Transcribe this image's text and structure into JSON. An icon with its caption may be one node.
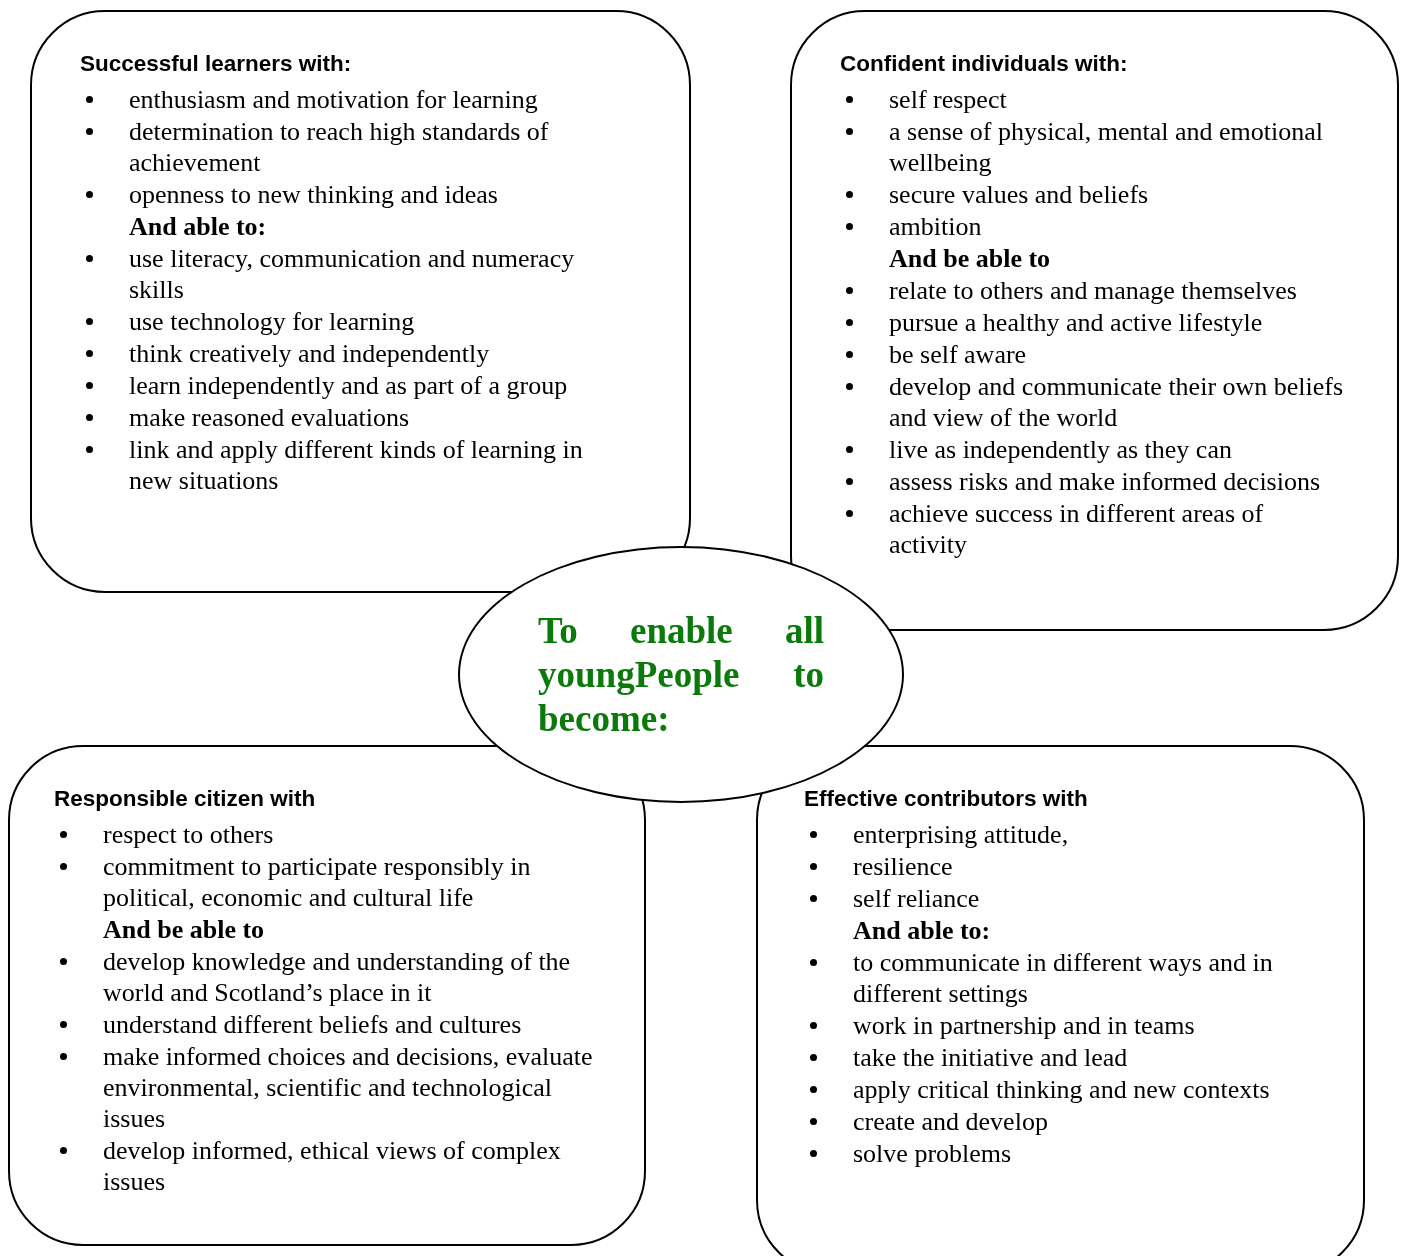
{
  "diagram": {
    "nodes": [
      {
        "text": [
          "Successful learners with:",
          "enthusiasm and motivation for learning",
          "determination to reach high standards of achievement",
          "openness to new thinking and ideas",
          "And able to:",
          "use literacy, communication and numeracy skills",
          "use technology for learning",
          "think creatively and independently",
          "learn independently and as part of a group",
          "make reasoned evaluations",
          "link and apply different kinds of learning in new situations"
        ]
      },
      {
        "text": [
          "Confident individuals with:",
          "self respect",
          "a sense of physical, mental and emotional wellbeing",
          "secure values and beliefs",
          "ambition",
          "And be able to",
          "relate to others and manage themselves",
          "pursue a healthy and active lifestyle",
          "be self aware",
          "develop and communicate their own beliefs and view of the world",
          "live as independently as they can",
          "assess risks and make informed decisions",
          "achieve success in different areas of activity"
        ]
      },
      {
        "text": [
          "To enable all youngPeople to become:"
        ]
      },
      {
        "text": [
          "Responsible citizen with",
          "respect to others",
          "commitment to participate responsibly in political, economic and cultural life",
          "And be able to",
          "develop knowledge and understanding of the world and Scotland’s place in it",
          "understand different beliefs and cultures",
          "make informed choices and decisions, evaluate environmental, scientific and technological issues",
          "develop informed, ethical views of complex issues"
        ]
      },
      {
        "text": [
          "Effective contributors with",
          "enterprising attitude,",
          "resilience",
          "self reliance",
          "And able to:",
          "to communicate in different ways and in different settings",
          "work in partnership and in teams",
          "take the initiative and lead",
          "apply critical thinking and new contexts",
          "create and develop",
          "solve problems"
        ]
      }
    ],
    "edges": []
  }
}
